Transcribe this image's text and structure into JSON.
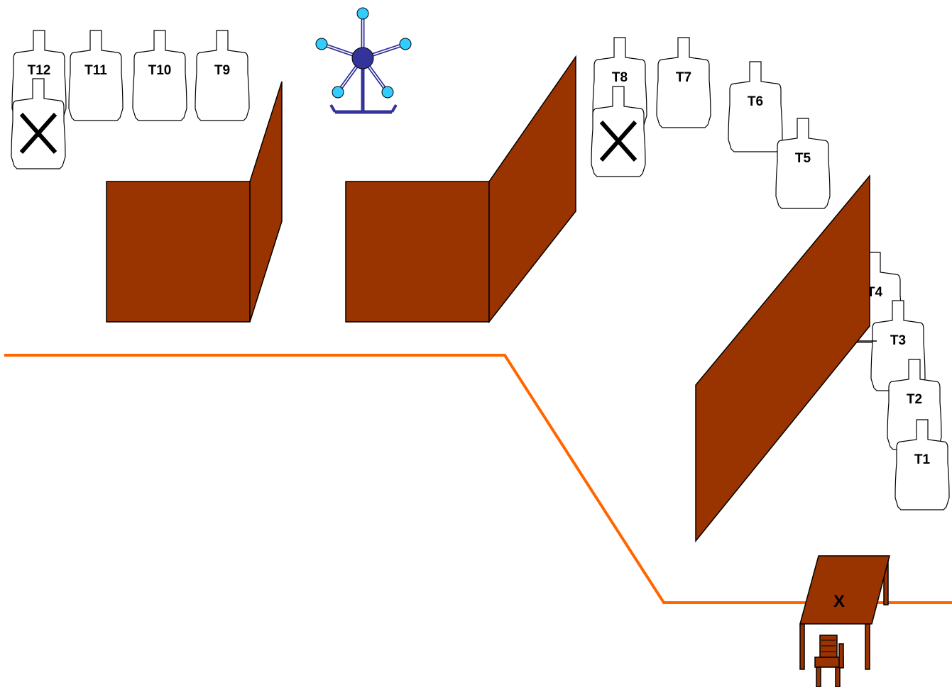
{
  "targets": [
    {
      "id": "t12",
      "label": "T12"
    },
    {
      "id": "t11",
      "label": "T11"
    },
    {
      "id": "t10",
      "label": "T10"
    },
    {
      "id": "t9",
      "label": "T9"
    },
    {
      "id": "t8",
      "label": "T8"
    },
    {
      "id": "t7",
      "label": "T7"
    },
    {
      "id": "t6",
      "label": "T6"
    },
    {
      "id": "t5",
      "label": "T5"
    },
    {
      "id": "t4",
      "label": "T4"
    },
    {
      "id": "t3",
      "label": "T3"
    },
    {
      "id": "t2",
      "label": "T2"
    },
    {
      "id": "t1",
      "label": "T1"
    }
  ],
  "no_shoot_targets": [
    {
      "id": "ns-left"
    },
    {
      "id": "ns-right"
    }
  ],
  "table": {
    "label": "X"
  },
  "colors": {
    "wall": "#993300",
    "fault_line": "#ff6600",
    "target_fill": "#ffffff",
    "target_stroke": "#000000",
    "no_shoot_mark": "#000000",
    "popper_ball": "#33ccff",
    "popper_hub": "#333399",
    "popper_frame": "#333399"
  },
  "icons": {
    "popper": "star-popper-icon",
    "chair": "chair-icon"
  }
}
